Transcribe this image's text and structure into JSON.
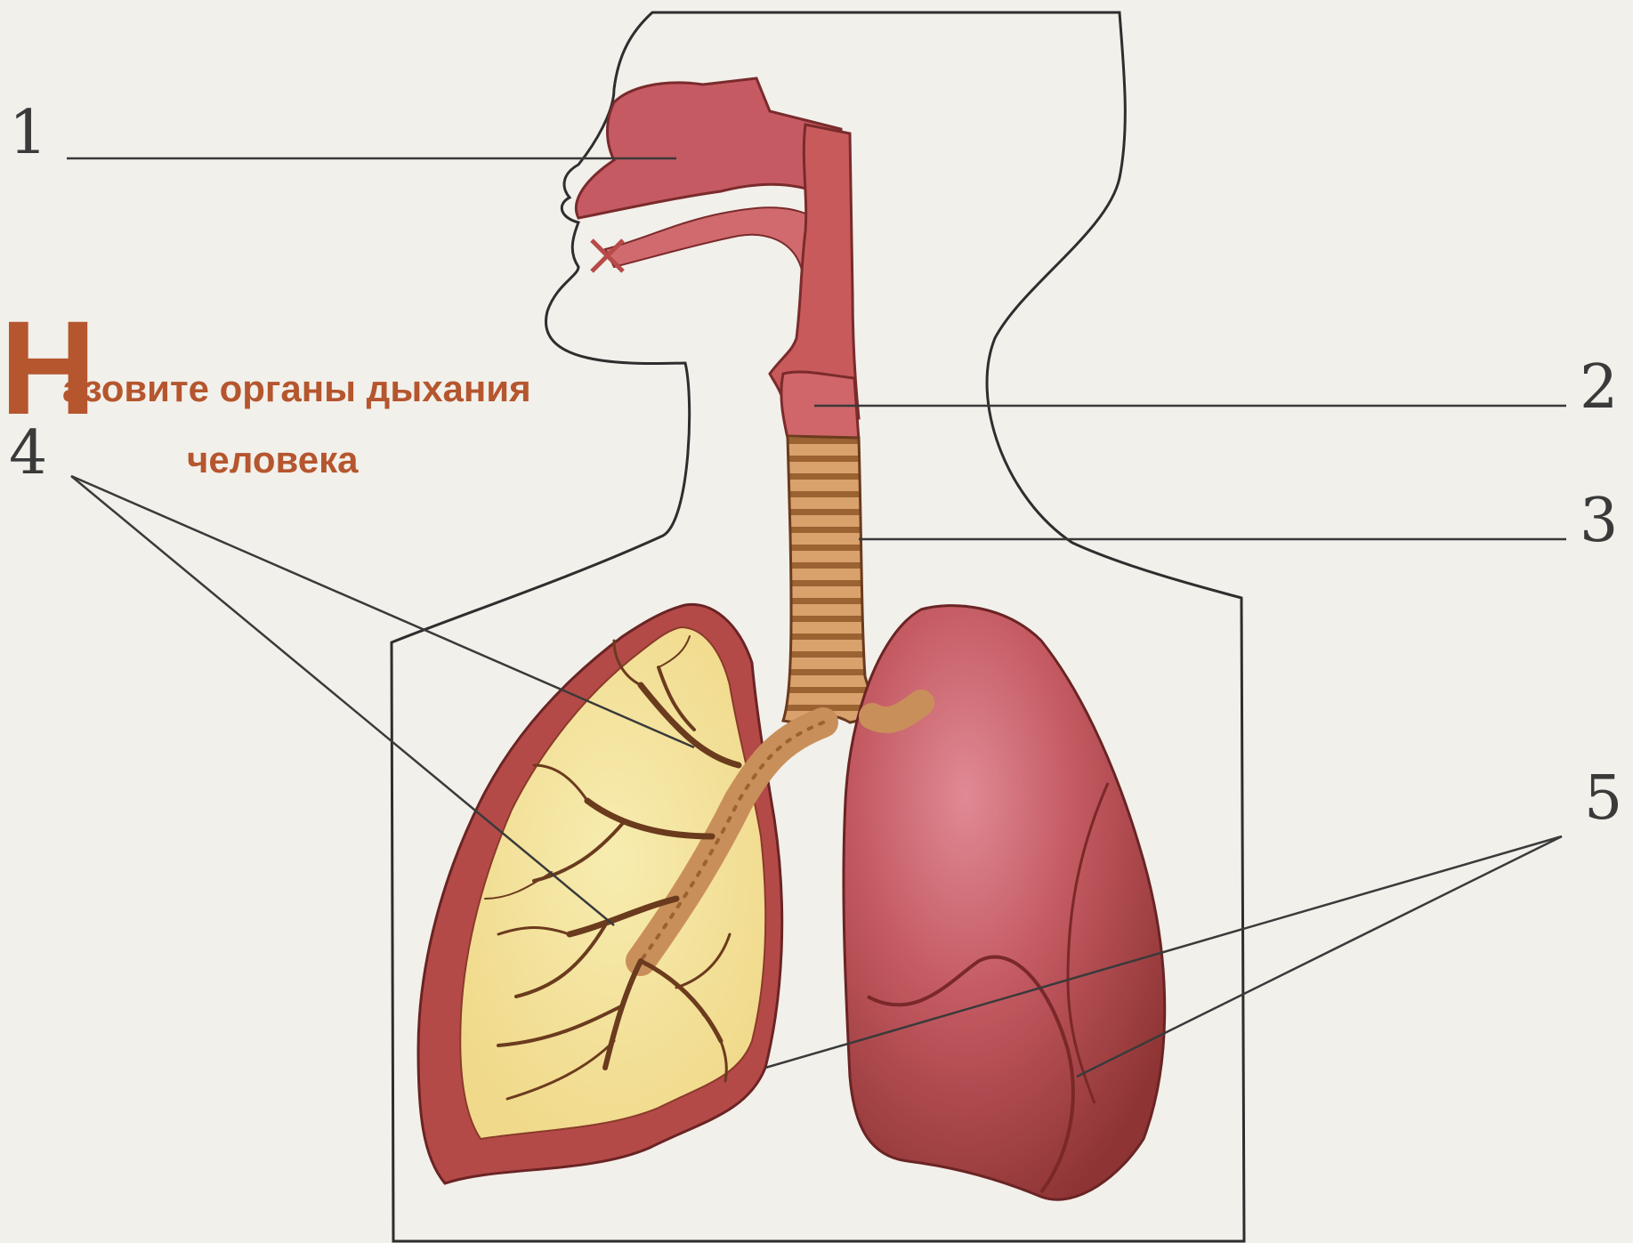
{
  "title": {
    "initial": "Н",
    "line1": "азовите органы дыхания",
    "line2": "человека"
  },
  "labels": [
    "1",
    "2",
    "3",
    "4",
    "5"
  ],
  "colors": {
    "background": "#f2f0eb",
    "outline": "#2e2e2e",
    "tissue": "#c85a5c",
    "lung": "#a8403f",
    "lung_highlight": "#d77a86",
    "cut_lung_inner": "#f3e29a",
    "trachea": "#c98f5a",
    "bronchi": "#6b3b1e",
    "title": "#b5562e"
  }
}
